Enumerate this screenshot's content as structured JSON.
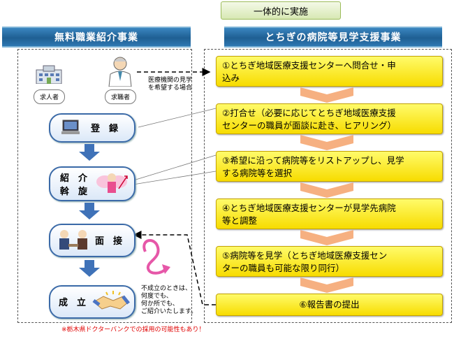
{
  "banner": {
    "label": "一体的に実施"
  },
  "left": {
    "header": "無料職業紹介事業",
    "employer_label": "求人者",
    "jobseeker_label": "求職者",
    "note_lines": [
      "医療機関の見学",
      "を希望する場合"
    ],
    "register_label": "登　録",
    "introduce_label_1": "紹　介",
    "introduce_label_2": "斡　旋",
    "interview_label": "面　接",
    "success_label": "成　立",
    "unsuccess_lines": [
      "不成立のときは、",
      "何度でも、",
      "何か所でも、",
      "ご紹介いたします。"
    ]
  },
  "right": {
    "header": "とちぎの病院等見学支援事業",
    "steps": [
      {
        "line1": "①とちぎ地域医療支援センターへ問合せ・申",
        "line2": "込み"
      },
      {
        "line1": "②打合せ（必要に応じてとちぎ地域医療支援",
        "line2": "センターの職員が面談に赴き、ヒアリング）"
      },
      {
        "line1": "③希望に沿って病院等をリストアップし、見学",
        "line2": "する病院等を選択"
      },
      {
        "line1": "④とちぎ地域医療支援センターが見学先病院",
        "line2": "等と調整"
      },
      {
        "line1": "⑤病院等を見学（とちぎ地域医療支援セン",
        "line2": "ターの職員も可能な限り同行）"
      },
      {
        "line1": "⑥報告書の提出",
        "line2": ""
      }
    ]
  },
  "footer_note": "※栃木県ドクターバンクでの採用の可能性もあり！",
  "colors": {
    "header_blue": "#1f5f93",
    "step_yellow": "#f7dc00",
    "arrow_blue": "#3f72b8",
    "chevron_orange": "#f6b081",
    "note_red": "#e00000"
  }
}
